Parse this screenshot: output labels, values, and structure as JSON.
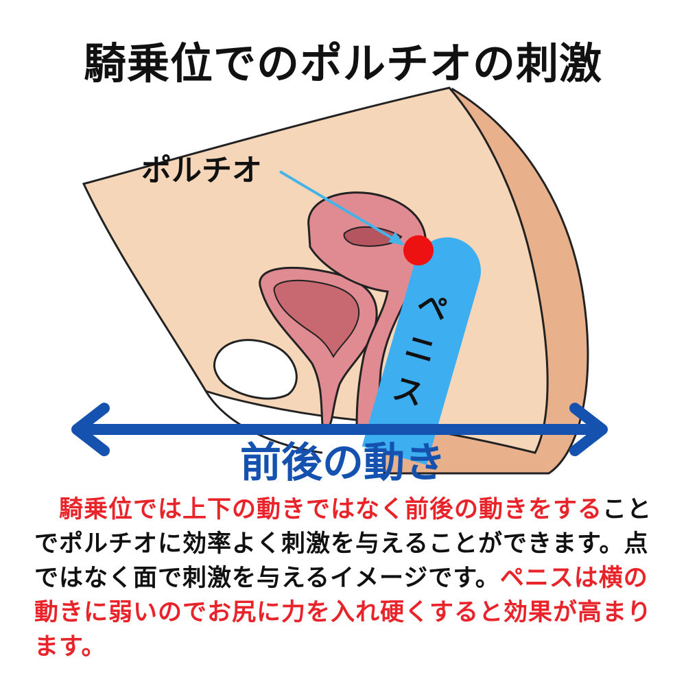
{
  "title": "騎乗位でのポルチオの刺激",
  "labels": {
    "porutio": "ポルチオ",
    "penis": [
      "ペ",
      "ニ",
      "ス"
    ],
    "movement": "前後の動き"
  },
  "body": {
    "seg1_red": "　騎乗位では上下の動きではなく前後の動きをする",
    "seg2": "ことでポルチオに効率よく刺激を与えることができます。点ではなく面で刺激を与えるイメージです。",
    "seg3_red": "ペニスは横の動きに弱いのでお尻に力を入れ硬くすると効果が高まります。"
  },
  "colors": {
    "skin": "#f6d6b8",
    "skin_shadow": "#e9b08c",
    "organ": "#e08a92",
    "organ_dark": "#c86870",
    "penis": "#3daef0",
    "stimulus_point": "#ee1111",
    "arrow": "#1552b0",
    "pointer": "#45b3e8",
    "accent_text": "#e8242a"
  }
}
